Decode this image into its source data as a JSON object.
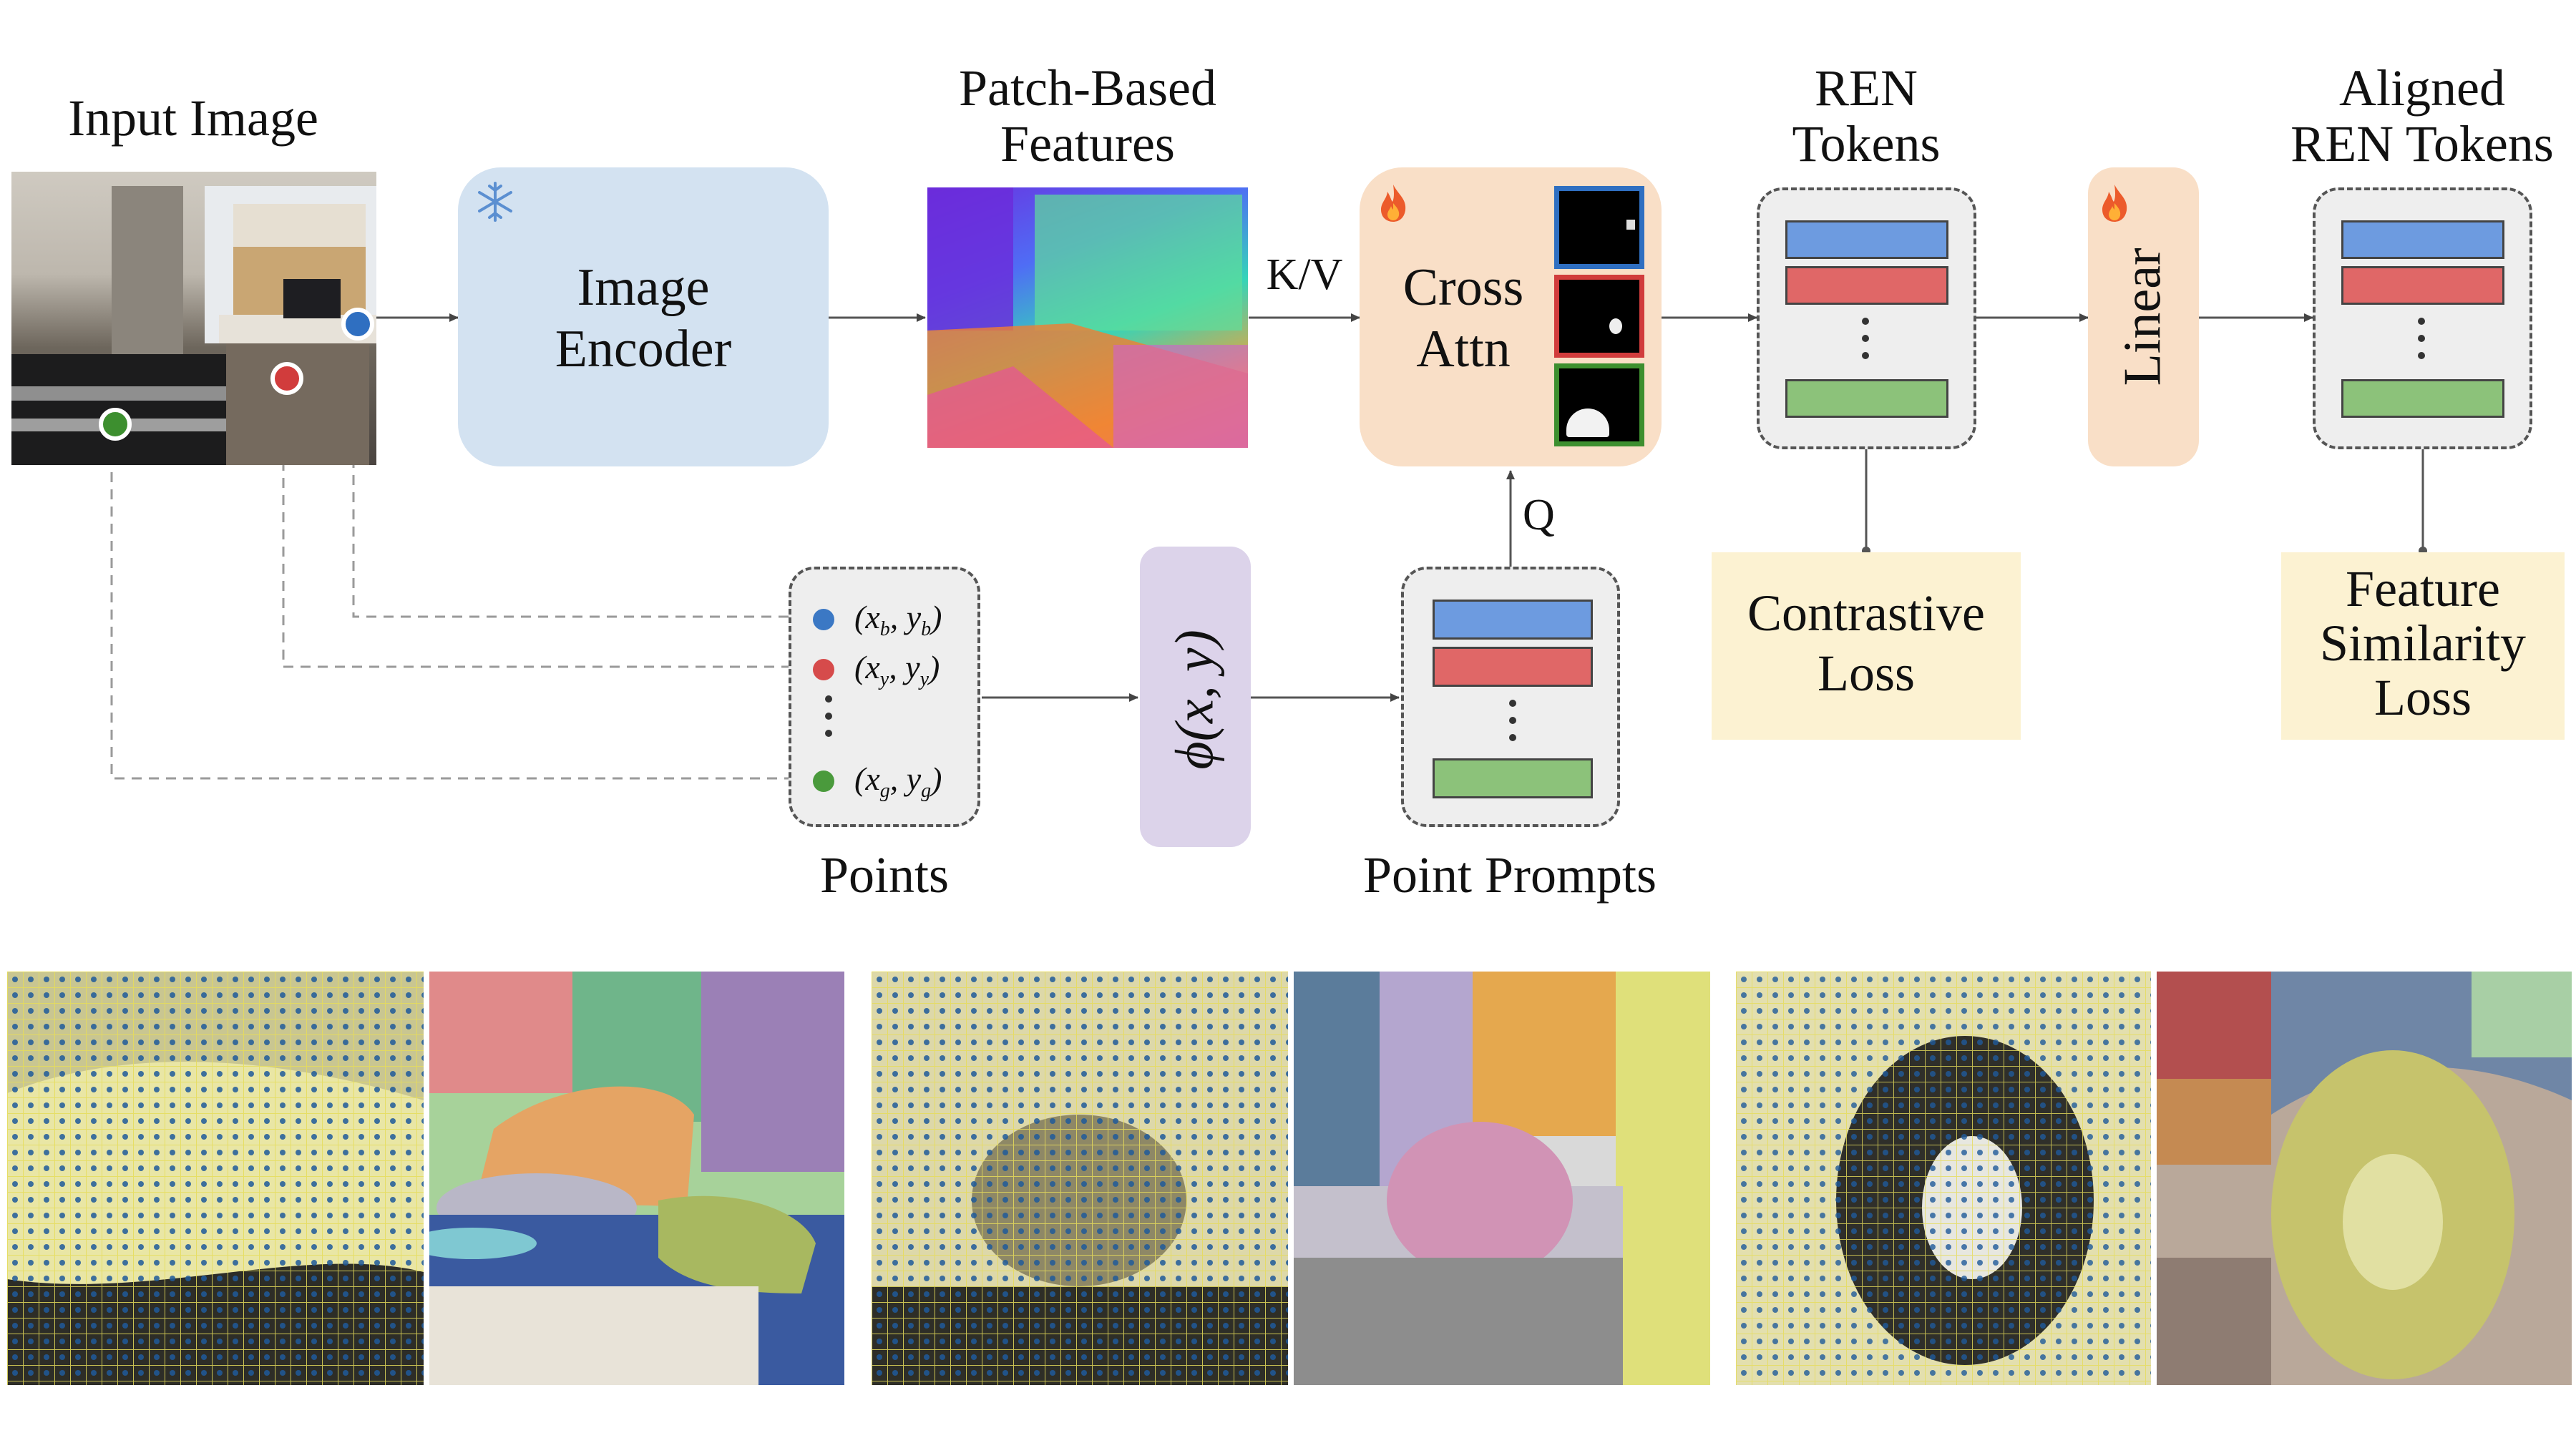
{
  "labels": {
    "input_image": "Input Image",
    "patch_features_1": "Patch-Based",
    "patch_features_2": "Features",
    "image_encoder_1": "Image",
    "image_encoder_2": "Encoder",
    "kv": "K/V",
    "cross_attn_1": "Cross",
    "cross_attn_2": "Attn",
    "q": "Q",
    "ren_tokens_1": "REN",
    "ren_tokens_2": "Tokens",
    "linear": "Linear",
    "aligned_1": "Aligned",
    "aligned_2": "REN Tokens",
    "contrastive_1": "Contrastive",
    "contrastive_2": "Loss",
    "feature_sim_1": "Feature",
    "feature_sim_2": "Similarity",
    "feature_sim_3": "Loss",
    "points": "Points",
    "point_prompts": "Point Prompts",
    "phi": "ϕ(x, y)"
  },
  "points": [
    {
      "text": "(x_b, y_b)",
      "color": "#3b78c4"
    },
    {
      "text": "(x_y, y_y)",
      "color": "#d64b4b"
    },
    {
      "text": "(x_g, y_g)",
      "color": "#4a9a3c"
    }
  ],
  "colors": {
    "encoder_fill": "#d3e2f1",
    "cross_attn_fill": "#f9dfc7",
    "linear_fill": "#f9dfc7",
    "phi_fill": "#dcd3ea",
    "loss_fill": "#fcf2d2",
    "token_blue": "#6d9be0",
    "token_red": "#e06767",
    "token_green": "#8cc27a"
  },
  "icons": {
    "encoder": "snowflake-icon",
    "cross_attn": "flame-icon",
    "linear": "flame-icon"
  }
}
